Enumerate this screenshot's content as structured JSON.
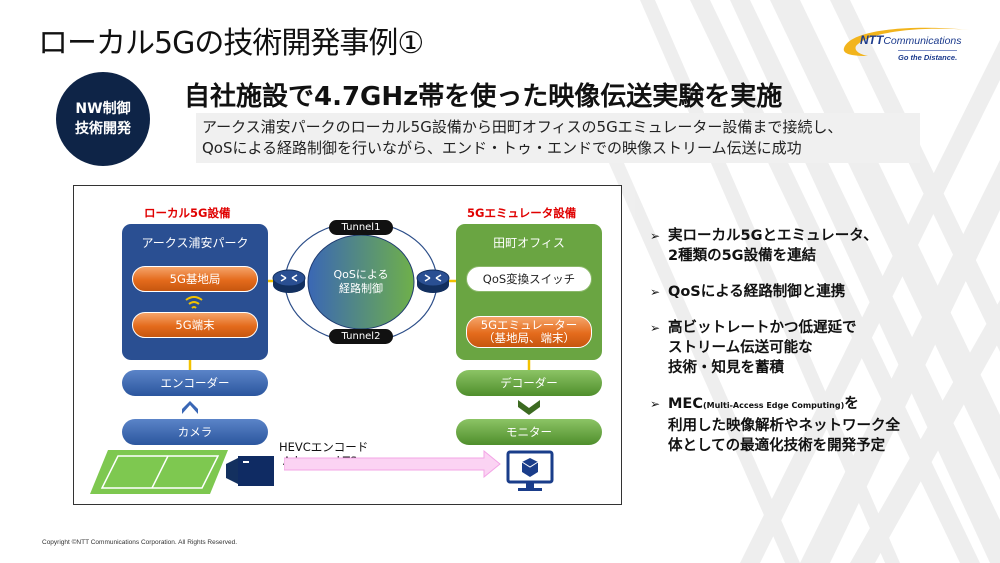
{
  "page": {
    "title": "ローカル5Gの技術開発事例①",
    "copyright": "Copyright ©NTT Communications Corporation. All Rights Reserved."
  },
  "logo": {
    "brand_bold": "NTT",
    "brand_rest": "Communications",
    "tagline": "Go the Distance.",
    "colors": {
      "swoosh": "#f2b41c",
      "text": "#1b3a8c"
    }
  },
  "badge": {
    "line1": "NW制御",
    "line2": "技術開発",
    "color": "#0e2447"
  },
  "headline": "自社施設で4.7GHz帯を使った映像伝送実験を実施",
  "summary": {
    "line1": "アークス浦安パークのローカル5G設備から田町オフィスの5Gエミュレーター設備まで接続し、",
    "line2": "QoSによる経路制御を行いながら、エンド・トゥ・エンドでの映像ストリーム伝送に成功"
  },
  "diagram": {
    "local_section_label": "ローカル5G設備",
    "emulator_section_label": "5Gエミュレータ設備",
    "local_site": "アークス浦安パーク",
    "base_station": "5G基地局",
    "terminal": "5G端末",
    "wifi_icon": "wireless-signal-icon",
    "encoder": "エンコーダー",
    "camera": "カメラ",
    "tunnel1": "Tunnel1",
    "tunnel2": "Tunnel2",
    "qos_line1": "QoSによる",
    "qos_line2": "経路制御",
    "router_icon": "router-icon",
    "remote_site": "田町オフィス",
    "qos_switch": "QoS変換スイッチ",
    "emulator_line1": "5Gエミュレーター",
    "emulator_line2": "（基地局、端末）",
    "decoder": "デコーダー",
    "monitor": "モニター",
    "transfer_line1": "HEVCエンコード",
    "transfer_line2": "Advanced-TS",
    "colors": {
      "red_label": "#e00000",
      "blue_panel": "#2a4f92",
      "green_panel": "#6aa542",
      "orange": "#e46b1c",
      "link": "#f2c200",
      "arrow": "#f9c8f0"
    }
  },
  "points": [
    {
      "lines": [
        "実ローカル5Gとエミュレータ、",
        "2種類の5G設備を連結"
      ]
    },
    {
      "lines": [
        "QoSによる経路制御と連携"
      ]
    },
    {
      "lines": [
        "高ビットレートかつ低遅延で",
        "ストリーム伝送可能な",
        "技術・知見を蓄積"
      ]
    },
    {
      "prefix": "MEC",
      "small": "(Multi-Access Edge Computing)",
      "suffix": "を",
      "lines": [
        "利用した映像解析やネットワーク全",
        "体としての最適化技術を開発予定"
      ]
    }
  ],
  "bullet_glyph": "➢"
}
